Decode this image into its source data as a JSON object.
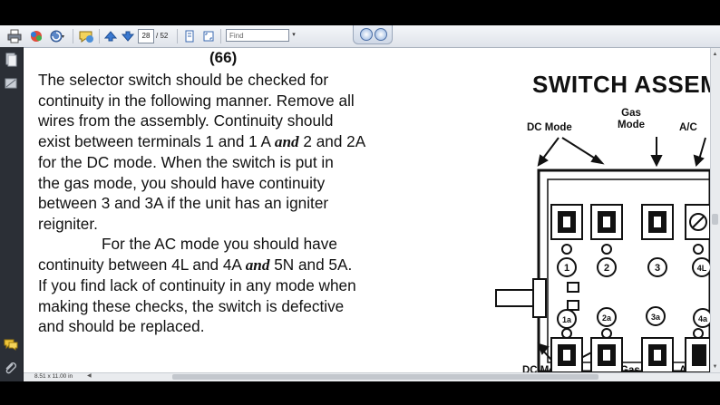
{
  "toolbar": {
    "page_current": "28",
    "page_total": "/ 52",
    "find_placeholder": "Find"
  },
  "status": {
    "page_size": "8.51 x 11.00 in"
  },
  "document": {
    "page_number": "(66)",
    "para1": [
      "The selector switch should be checked for",
      "continuity in the following manner. Remove all",
      "wires from the assembly. Continuity should",
      "exist between terminals 1 and ",
      "for the DC mode. When the switch is put in",
      "the gas mode, you should have continuity",
      "between 3 and 3A if the unit has an igniter",
      "reigniter."
    ],
    "para1_line4_mid": "1 A ",
    "para1_line4_and": "and",
    "para1_line4_end": " 2 and 2A",
    "para2": {
      "line1": "For the AC mode you should have",
      "line2_start": "continuity between 4L and 4A ",
      "line2_and": "and",
      "line2_end": " 5N and 5A.",
      "rest": [
        "If you find lack of continuity in any mode when",
        "making these checks, the switch is defective",
        "and should be replaced."
      ]
    }
  },
  "figure": {
    "title": "SWITCH ASSEM",
    "top_labels": {
      "dc": "DC Mode",
      "gas_line1": "Gas",
      "gas_line2": "Mode",
      "ac": "A/C"
    },
    "bottom_labels": {
      "dc": "DC Mode",
      "gas": "Gas",
      "ac": "A/C"
    },
    "terminals_top": [
      "1",
      "2",
      "3",
      "4L"
    ],
    "terminals_bottom": [
      "1a",
      "2a",
      "3a",
      "4a"
    ]
  }
}
